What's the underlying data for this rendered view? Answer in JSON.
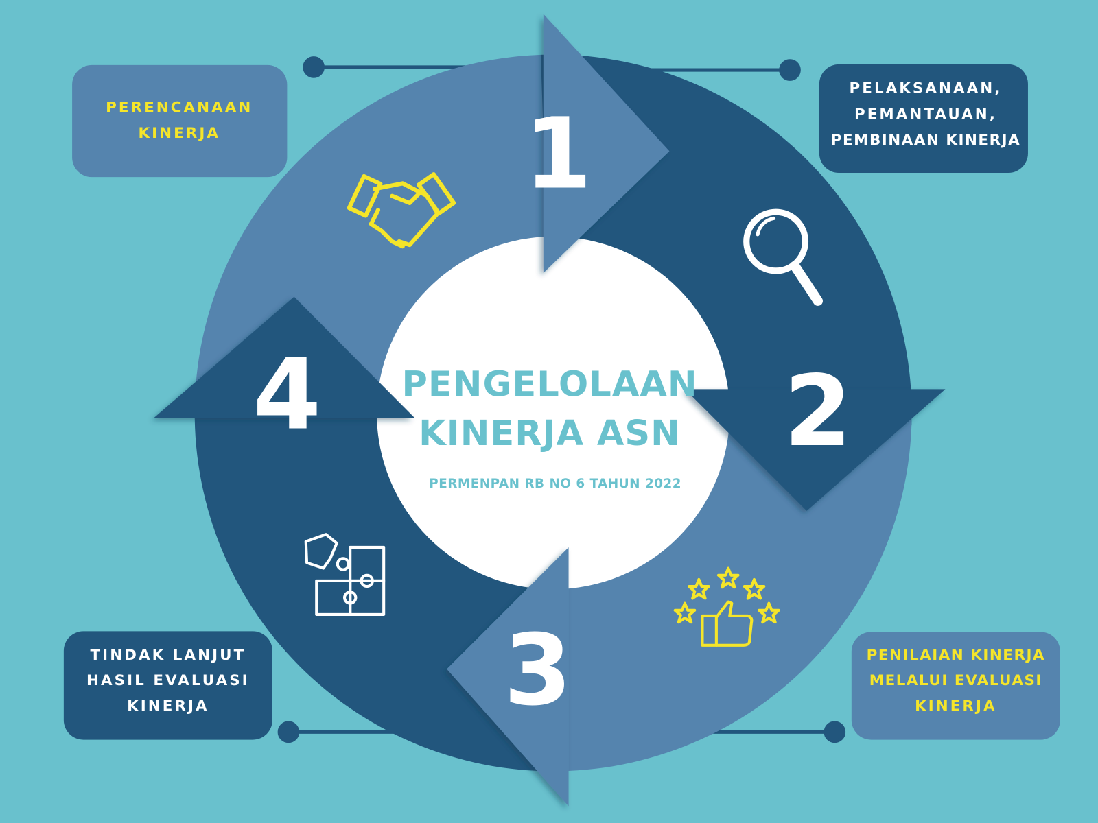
{
  "title": {
    "line1": "PENGELOLAAN",
    "line2": "KINERJA ASN",
    "subtitle": "PERMENPAN RB NO 6 TAHUN 2022"
  },
  "steps": [
    {
      "number": "1",
      "label_lines": [
        "PERENCANAAN",
        "KINERJA"
      ],
      "icon": "handshake-icon"
    },
    {
      "number": "2",
      "label_lines": [
        "PELAKSANAAN,",
        "PEMANTAUAN,",
        "PEMBINAAN KINERJA"
      ],
      "icon": "magnifier-icon"
    },
    {
      "number": "3",
      "label_lines": [
        "PENILAIAN KINERJA",
        "MELALUI EVALUASI",
        "KINERJA"
      ],
      "icon": "thumbs-up-stars-icon"
    },
    {
      "number": "4",
      "label_lines": [
        "TINDAK LANJUT",
        "HASIL EVALUASI",
        "KINERJA"
      ],
      "icon": "puzzle-icon"
    }
  ],
  "colors": {
    "background": "#69c1cd",
    "light": "#5584ae",
    "dark": "#22567d",
    "yellow": "#f5e52a",
    "white": "#ffffff"
  }
}
